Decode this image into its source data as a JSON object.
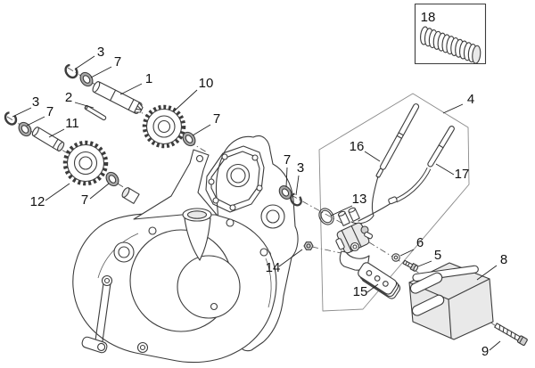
{
  "colors": {
    "background": "#ffffff",
    "line": "#3c3c3c",
    "label": "#111111",
    "shade_light": "#e9e9e9",
    "shade_mid": "#cfcfcf",
    "seal_gray": "#a8a8a8"
  },
  "callouts": [
    "3",
    "7",
    "1",
    "10",
    "2",
    "3",
    "7",
    "11",
    "7",
    "12",
    "7",
    "18",
    "4",
    "16",
    "17",
    "7",
    "3",
    "13",
    "14",
    "6",
    "5",
    "8",
    "15",
    "9"
  ]
}
